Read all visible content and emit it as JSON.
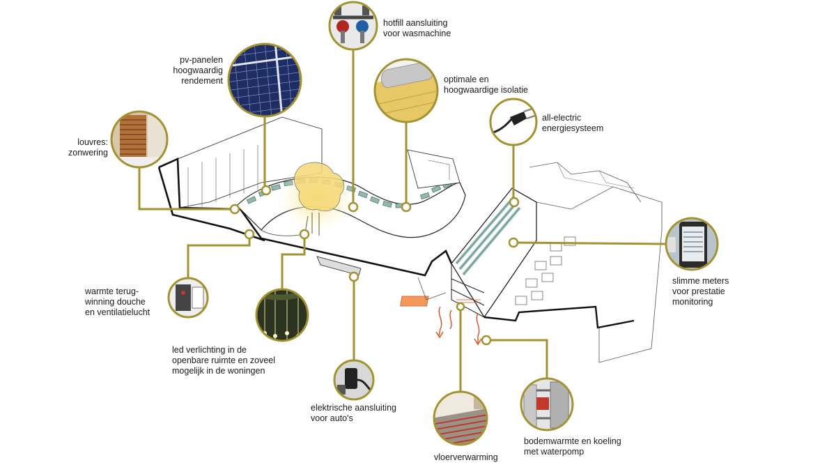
{
  "colors": {
    "accent": "#a3922f",
    "heating": "#d8501e",
    "glass": "#8fb8b0",
    "tree": "#f3d36a"
  },
  "features": [
    {
      "id": "hotfill",
      "label": "hotfill aansluiting\nvoor wasmachine",
      "icon": "hotfill-tap-icon"
    },
    {
      "id": "pv",
      "label": "pv-panelen\nhoogwaardig\nrendement",
      "icon": "solar-panel-icon"
    },
    {
      "id": "isolatie",
      "label": "optimale en\nhoogwaardige isolatie",
      "icon": "insulation-roll-icon"
    },
    {
      "id": "louvres",
      "label": "louvres:\nzonwering",
      "icon": "louvre-shutter-icon"
    },
    {
      "id": "allelectric",
      "label": "all-electric\nenergiesysteem",
      "icon": "power-plug-icon"
    },
    {
      "id": "slimme",
      "label": "slimme meters\nvoor prestatie\nmonitoring",
      "icon": "smart-meter-phone-icon"
    },
    {
      "id": "warmte",
      "label": "warmte terug-\nwinning douche\nen ventilatielucht",
      "icon": "heat-recovery-unit-icon"
    },
    {
      "id": "led",
      "label": "led verlichting in de\nopenbare ruimte en zoveel\nmogelijk in de woningen",
      "icon": "led-street-light-icon"
    },
    {
      "id": "elektrische",
      "label": "elektrische aansluiting\nvoor auto's",
      "icon": "ev-charger-icon"
    },
    {
      "id": "vloer",
      "label": "vloerverwarming",
      "icon": "floor-heating-icon"
    },
    {
      "id": "bodem",
      "label": "bodemwarmte en koeling\nmet waterpomp",
      "icon": "heat-pump-icon"
    }
  ]
}
